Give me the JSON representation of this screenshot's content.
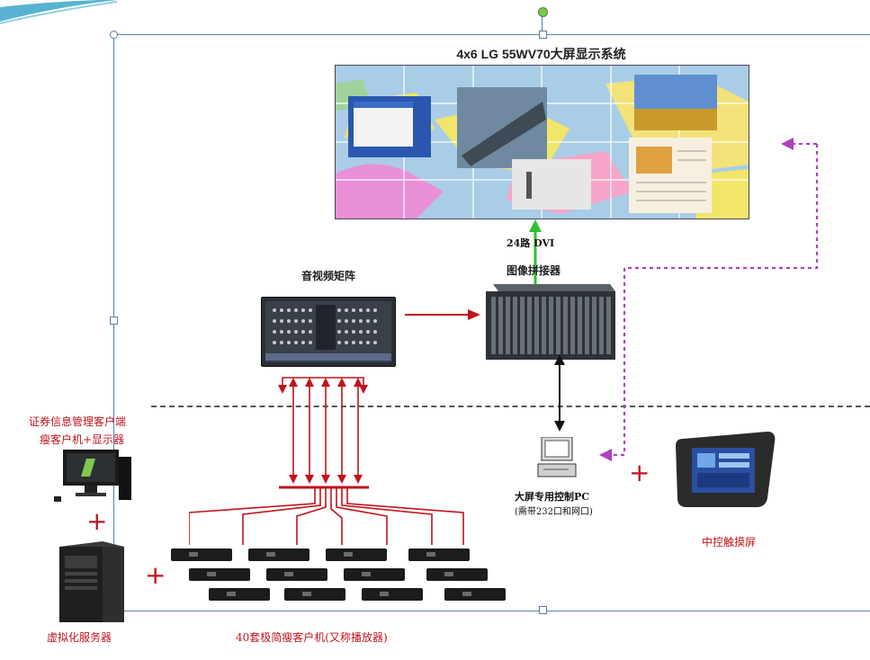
{
  "wall_title": "4x6 LG 55WV70大屏显示系统",
  "labels": {
    "matrix": "音视频矩阵",
    "splicer": "图像拼接器",
    "dvi": "24路  DVI",
    "client_line1": "证券信息管理客户端",
    "client_line2": "瘦客户机+显示器",
    "control_pc_line1": "大屏专用控制PC",
    "control_pc_line2": "(需带232口和网口)",
    "touch": "中控触摸屏",
    "server": "虚拟化服务器",
    "thin_clients": "40套极简瘦客户机(又称播放器)"
  },
  "plus": "+",
  "colors": {
    "accent_red": "#c0141c",
    "link_purple": "#b040c0",
    "arrow_green": "#30c030",
    "frame_blue": "#5a7fa8"
  }
}
